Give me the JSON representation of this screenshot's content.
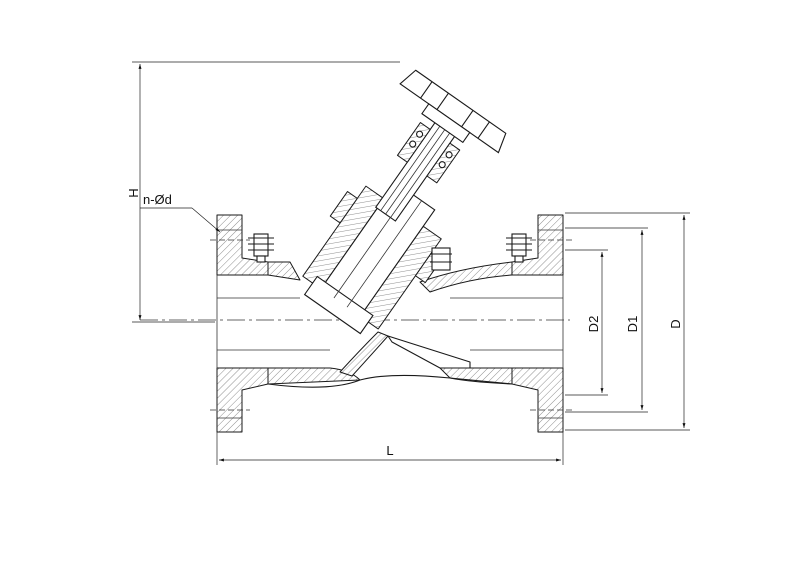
{
  "labels": {
    "H": "H",
    "holes": "n-Ød",
    "L": "L",
    "D2": "D2",
    "D1": "D1",
    "D": "D"
  }
}
